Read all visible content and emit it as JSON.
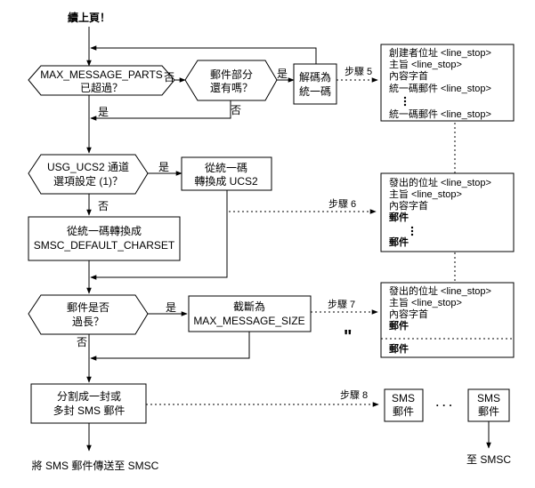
{
  "header": {
    "continue_label": "續上頁！"
  },
  "decisions": {
    "max_parts": {
      "line1": "MAX_MESSAGE_PARTS",
      "line2": "已超過？"
    },
    "more_parts": {
      "line1": "郵件部分",
      "line2": "還有嗎？"
    },
    "usg_ucs2": {
      "line1": "USG_UCS2 通道",
      "line2": "選項設定 (1)？"
    },
    "too_long": {
      "line1": "郵件是否",
      "line2": "過長？"
    }
  },
  "processes": {
    "decode": {
      "line1": "解碼為",
      "line2": "統一碼"
    },
    "convert": {
      "line1": "從統一碼",
      "line2": "轉換成 UCS2"
    },
    "charset": {
      "line1": "從統一碼轉換成",
      "line2": "SMSC_DEFAULT_CHARSET"
    },
    "truncate": {
      "line1": "截斷為",
      "line2": "MAX_MESSAGE_SIZE"
    },
    "split": {
      "line1": "分割成一封或",
      "line2": "多封 SMS 郵件"
    }
  },
  "edge_labels": {
    "no": "否",
    "yes": "是"
  },
  "steps": {
    "step5": "步驟 5",
    "step6": "步驟 6",
    "step7": "步驟 7",
    "step8": "步驟 8"
  },
  "panels": {
    "step5": {
      "line1": "創建者位址 <line_stop>",
      "line2": "主旨 <line_stop>",
      "line3": "內容字首",
      "line4": "統一碼郵件 <line_stop>",
      "line5": "統一碼郵件 <line_stop>"
    },
    "step6": {
      "line1": "發出的位址 <line_stop>",
      "line2": "主旨 <line_stop>",
      "line3": "內容字首",
      "line4": "郵件",
      "line5": "郵件"
    },
    "step7": {
      "line1": "發出的位址 <line_stop>",
      "line2": "主旨 <line_stop>",
      "line3": "內容字首",
      "line4": "郵件",
      "line5": "郵件"
    }
  },
  "sms": {
    "first": {
      "line1": "SMS",
      "line2": "郵件"
    },
    "second": {
      "line1": "SMS",
      "line2": "郵件"
    },
    "ellipsis": "· · ·"
  },
  "terminals": {
    "send": "將 SMS 郵件傳送至 SMSC",
    "to_smsc": "至 SMSC"
  },
  "marks": {
    "cut_mark": "\""
  }
}
